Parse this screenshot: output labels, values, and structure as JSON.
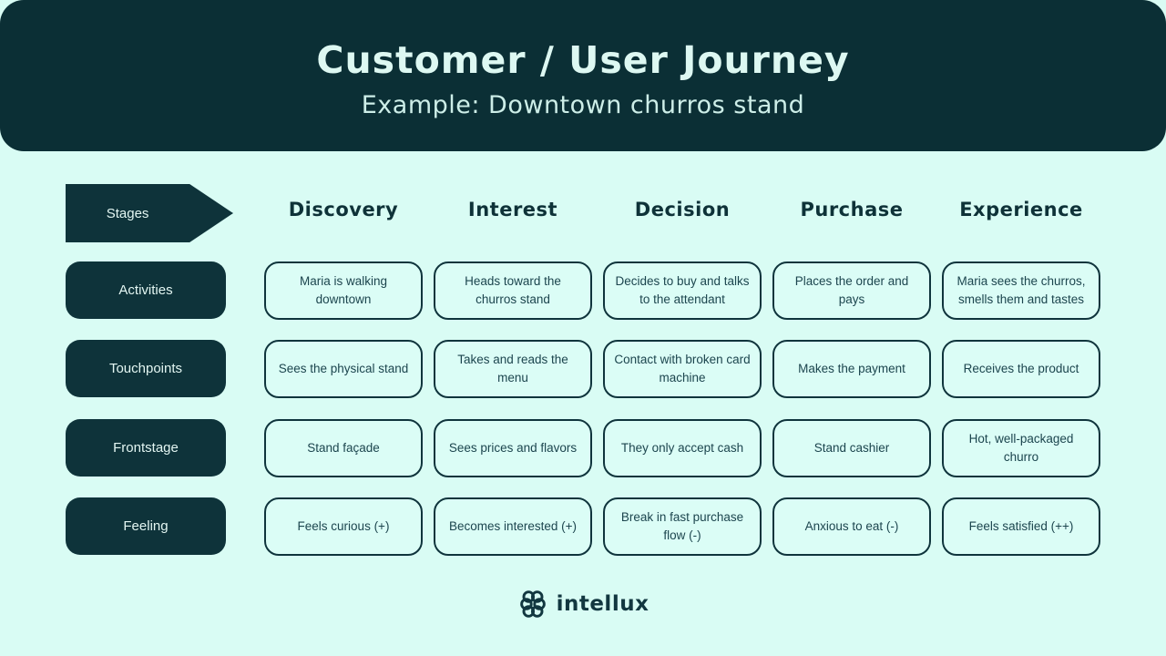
{
  "header": {
    "title": "Customer / User Journey",
    "subtitle": "Example: Downtown churros stand"
  },
  "stages_label": "Stages",
  "columns": [
    "Discovery",
    "Interest",
    "Decision",
    "Purchase",
    "Experience"
  ],
  "rows": [
    {
      "label": "Activities",
      "cells": [
        "Maria is walking downtown",
        "Heads toward the churros stand",
        "Decides to buy and talks to the attendant",
        "Places the order and pays",
        "Maria sees the churros, smells them and tastes"
      ]
    },
    {
      "label": "Touchpoints",
      "cells": [
        "Sees the physical stand",
        "Takes and reads the menu",
        "Contact with broken card machine",
        "Makes the payment",
        "Receives the product"
      ]
    },
    {
      "label": "Frontstage",
      "cells": [
        "Stand façade",
        "Sees prices and flavors",
        "They only accept cash",
        "Stand cashier",
        "Hot, well-packaged churro"
      ]
    },
    {
      "label": "Feeling",
      "cells": [
        "Feels curious (+)",
        "Becomes interested (+)",
        "Break in fast purchase flow (-)",
        "Anxious to eat (-)",
        "Feels satisfied (++)"
      ]
    }
  ],
  "footer": {
    "brand": "intellux"
  },
  "icons": {
    "logo": "intellux-rings-logo"
  },
  "colors": {
    "background": "#d9fcf4",
    "dark_teal": "#0b2f35",
    "label_box": "#0e333a",
    "cell_border": "#0f343c",
    "cell_text": "#1c454e",
    "header_text": "#ddf8f2"
  }
}
